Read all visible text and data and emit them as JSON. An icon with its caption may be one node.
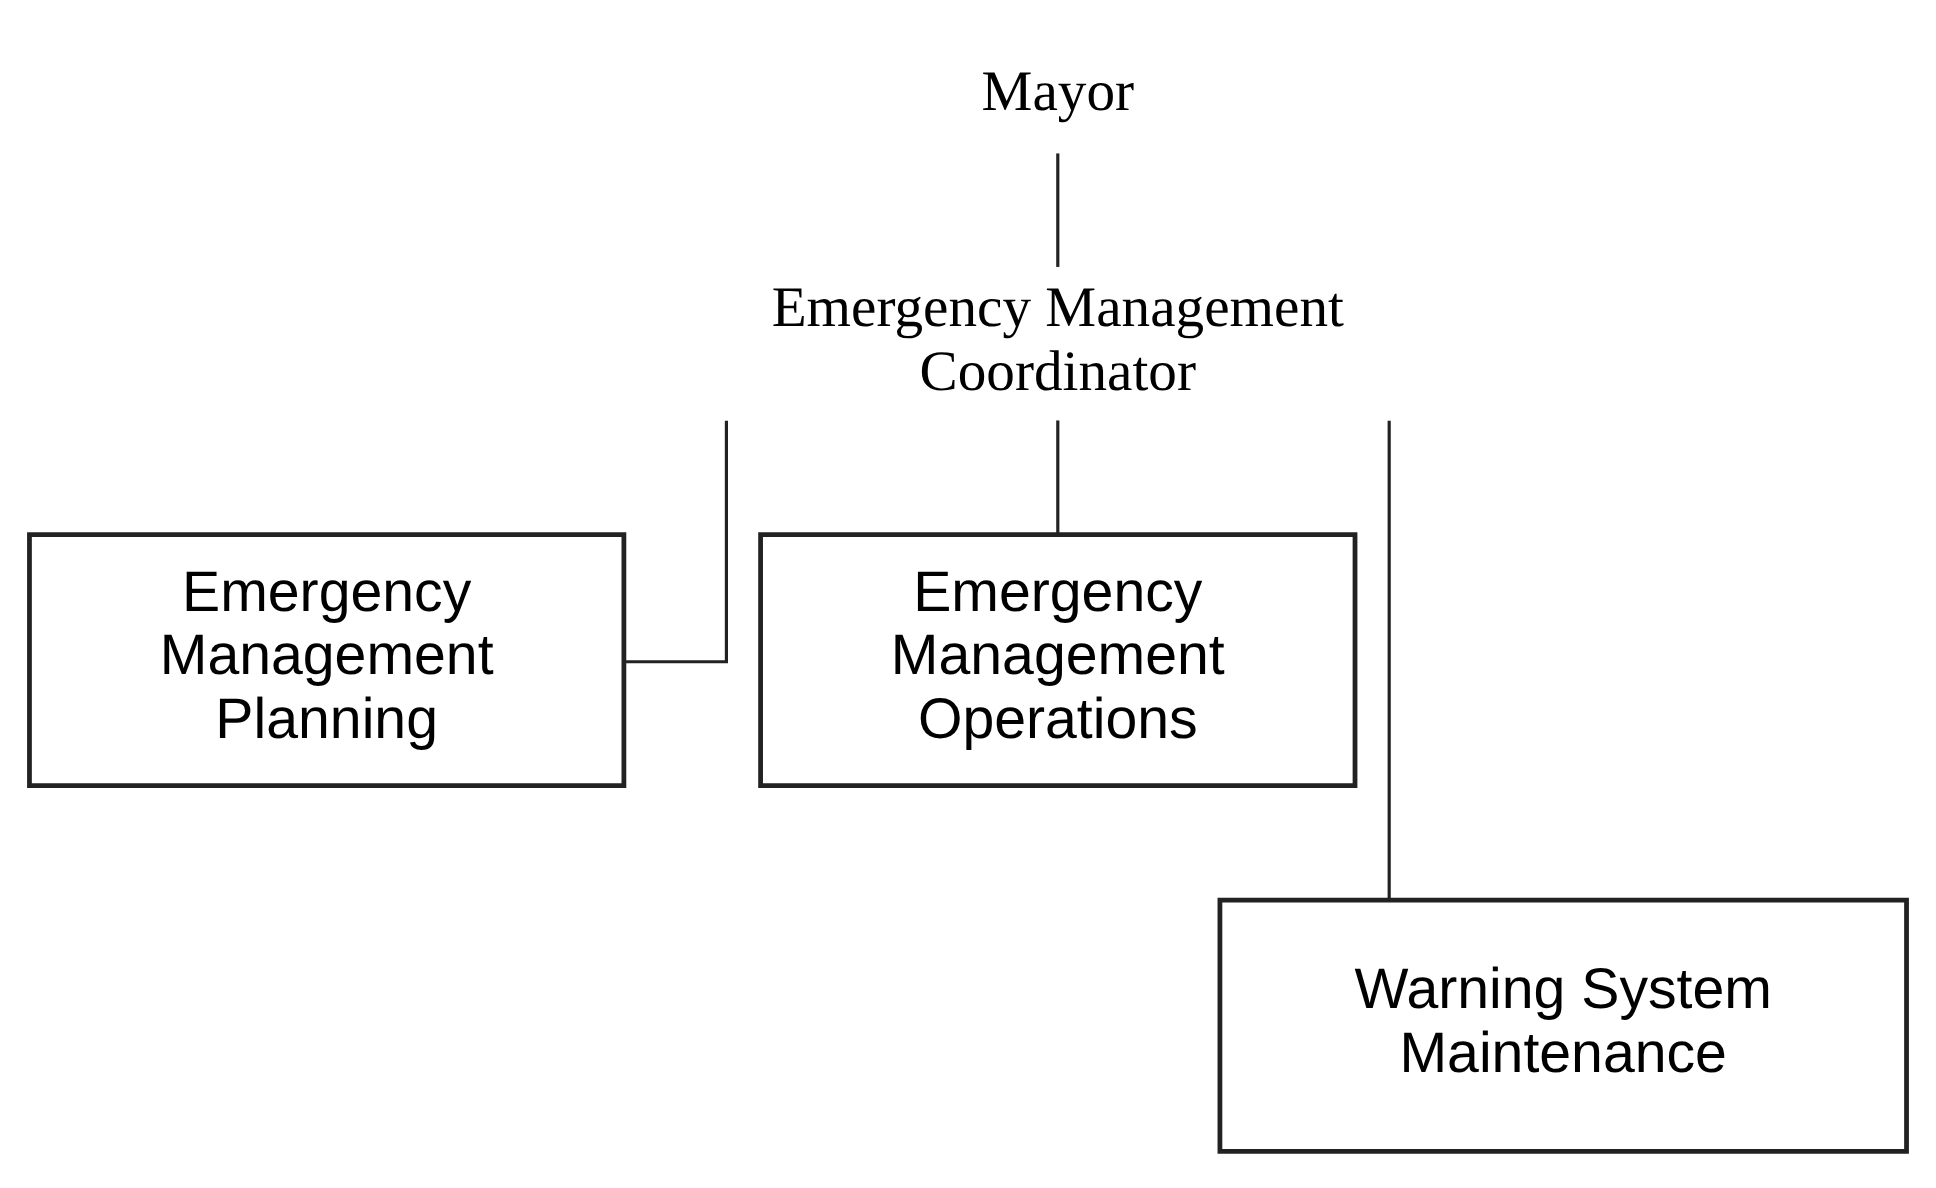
{
  "diagram": {
    "nodes": [
      {
        "text": [
          "Mayor"
        ]
      },
      {
        "text": [
          "Emergency Management Coordinator"
        ]
      },
      {
        "text": [
          "Emergency Management Planning"
        ]
      },
      {
        "text": [
          "Emergency Management Operations"
        ]
      },
      {
        "text": [
          "Warning System Maintenance"
        ]
      }
    ],
    "edges": [
      {
        "from": 0,
        "to": 1,
        "arrow": "none"
      },
      {
        "from": 1,
        "to": 2,
        "arrow": "none"
      },
      {
        "from": 1,
        "to": 4,
        "arrow": "none"
      },
      {
        "from": 1,
        "to": 3,
        "arrow": "none"
      }
    ]
  }
}
